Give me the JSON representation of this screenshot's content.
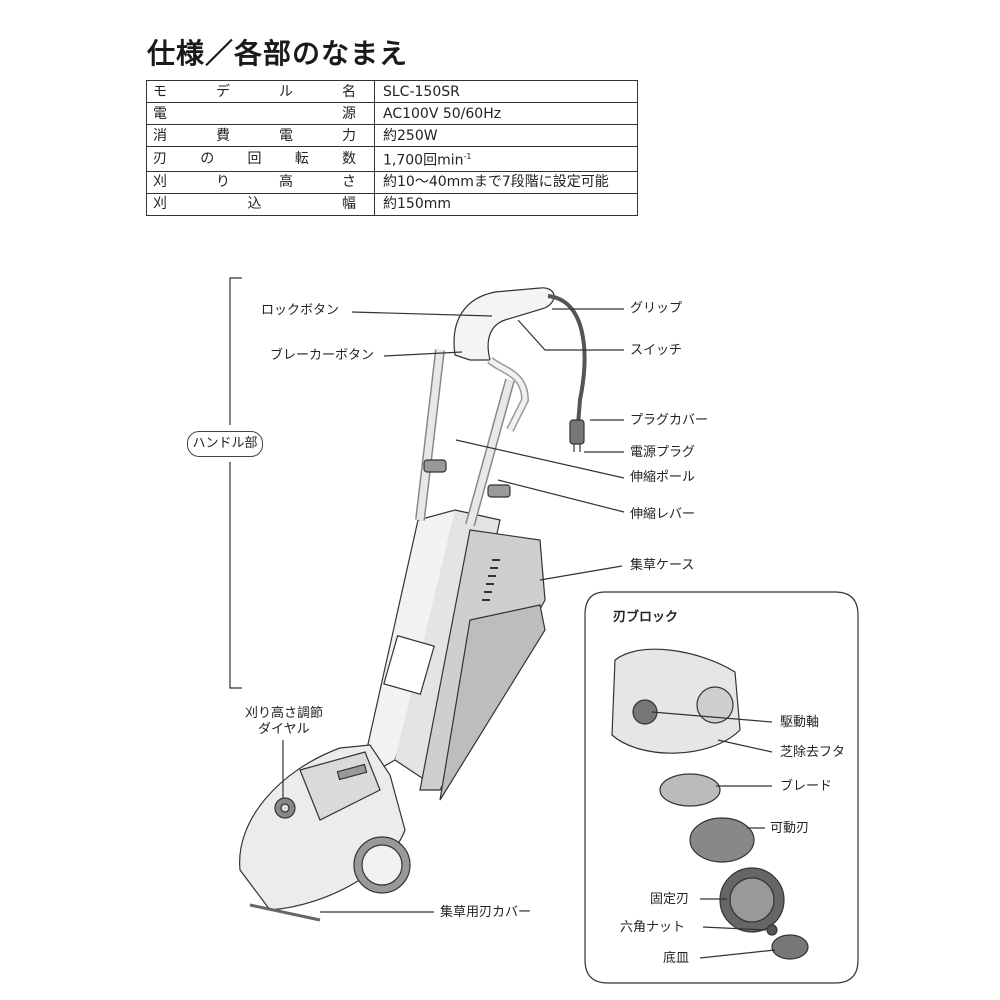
{
  "title": "仕様／各部のなまえ",
  "spec": [
    {
      "key": "モデル名",
      "value": "SLC-150SR"
    },
    {
      "key": "電源",
      "value": "AC100V 50/60Hz"
    },
    {
      "key": "消費電力",
      "value": "約250W"
    },
    {
      "key": "刃の回転数",
      "value": "1,700回min",
      "sup": "-1"
    },
    {
      "key": "刈り高さ",
      "value": "約10〜40mmまで7段階に設定可能"
    },
    {
      "key": "刈込幅",
      "value": "約150mm"
    }
  ],
  "labels": {
    "lock_button": "ロックボタン",
    "breaker_button": "ブレーカーボタン",
    "handle_section": "ハンドル部",
    "grip": "グリップ",
    "switch": "スイッチ",
    "plug_cover": "プラグカバー",
    "power_plug": "電源プラグ",
    "telescopic_pole": "伸縮ポール",
    "telescopic_lever": "伸縮レバー",
    "grass_case": "集草ケース",
    "height_dial_1": "刈り高さ調節",
    "height_dial_2": "ダイヤル",
    "collector_blade_cover": "集草用刃カバー"
  },
  "blade_block": {
    "title": "刃ブロック",
    "drive_shaft": "駆動軸",
    "debris_cover": "芝除去フタ",
    "blade": "ブレード",
    "movable_blade": "可動刃",
    "fixed_blade": "固定刃",
    "hex_nut": "六角ナット",
    "bottom_plate": "底皿"
  }
}
